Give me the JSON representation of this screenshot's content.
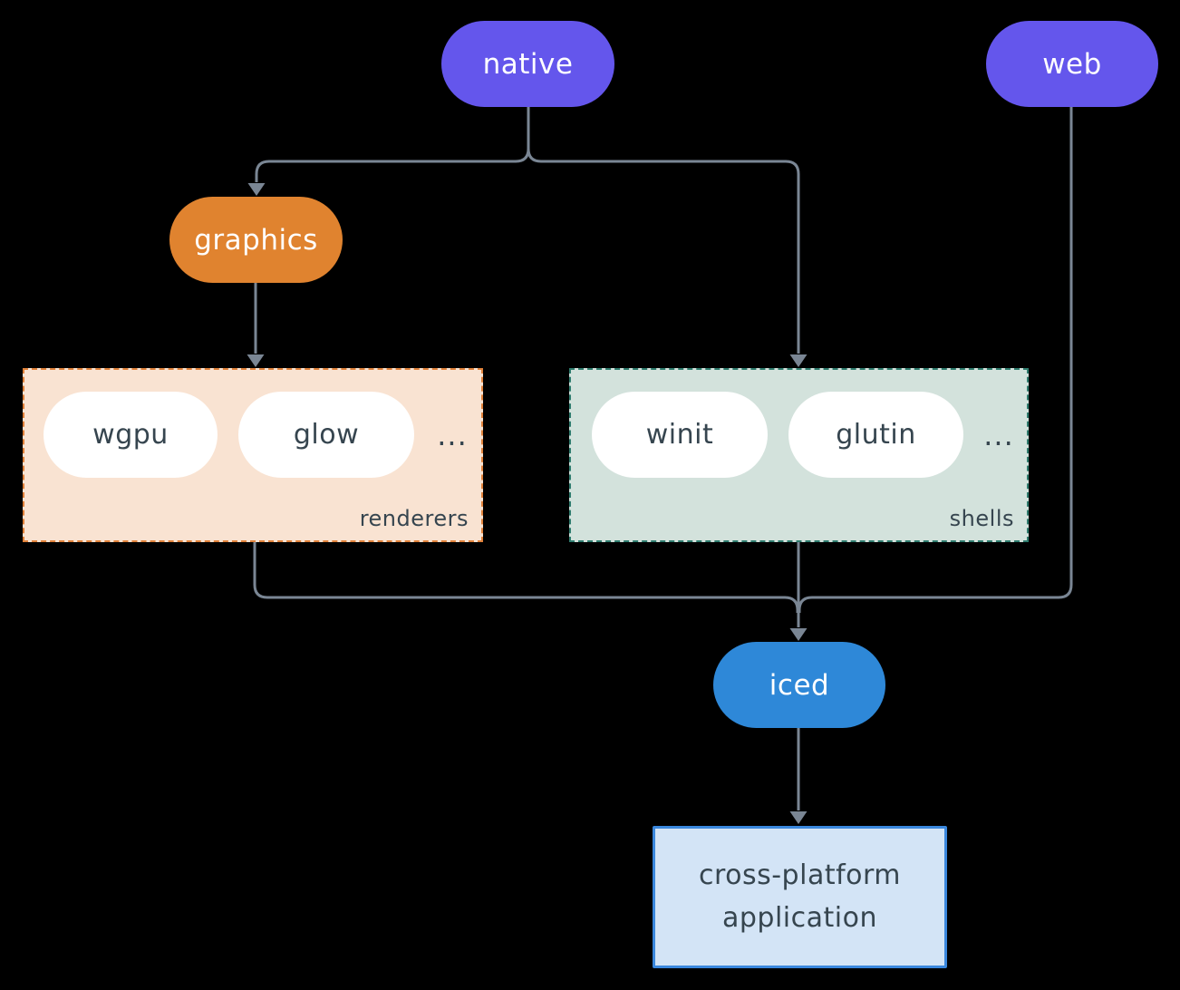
{
  "colors": {
    "background": "#000000",
    "line": "#7a8694",
    "purple": "#6456ec",
    "orange": "#e0832f",
    "blue": "#2e88d8",
    "text_dark": "#36454f",
    "text_light": "#ffffff",
    "pill_white": "#ffffff",
    "renderers_bg": "#f9e3d2",
    "renderers_border": "#e0813a",
    "shells_bg": "#d3e2dc",
    "shells_border": "#2f7c6e",
    "app_bg": "#d3e4f6",
    "app_border": "#3a87dd"
  },
  "nodes": {
    "native": {
      "label": "native"
    },
    "web": {
      "label": "web"
    },
    "graphics": {
      "label": "graphics"
    },
    "iced": {
      "label": "iced"
    },
    "application": {
      "label": "cross-platform application"
    }
  },
  "groups": {
    "renderers": {
      "label": "renderers",
      "ellipsis": "...",
      "items": [
        {
          "label": "wgpu"
        },
        {
          "label": "glow"
        }
      ]
    },
    "shells": {
      "label": "shells",
      "ellipsis": "...",
      "items": [
        {
          "label": "winit"
        },
        {
          "label": "glutin"
        }
      ]
    }
  }
}
